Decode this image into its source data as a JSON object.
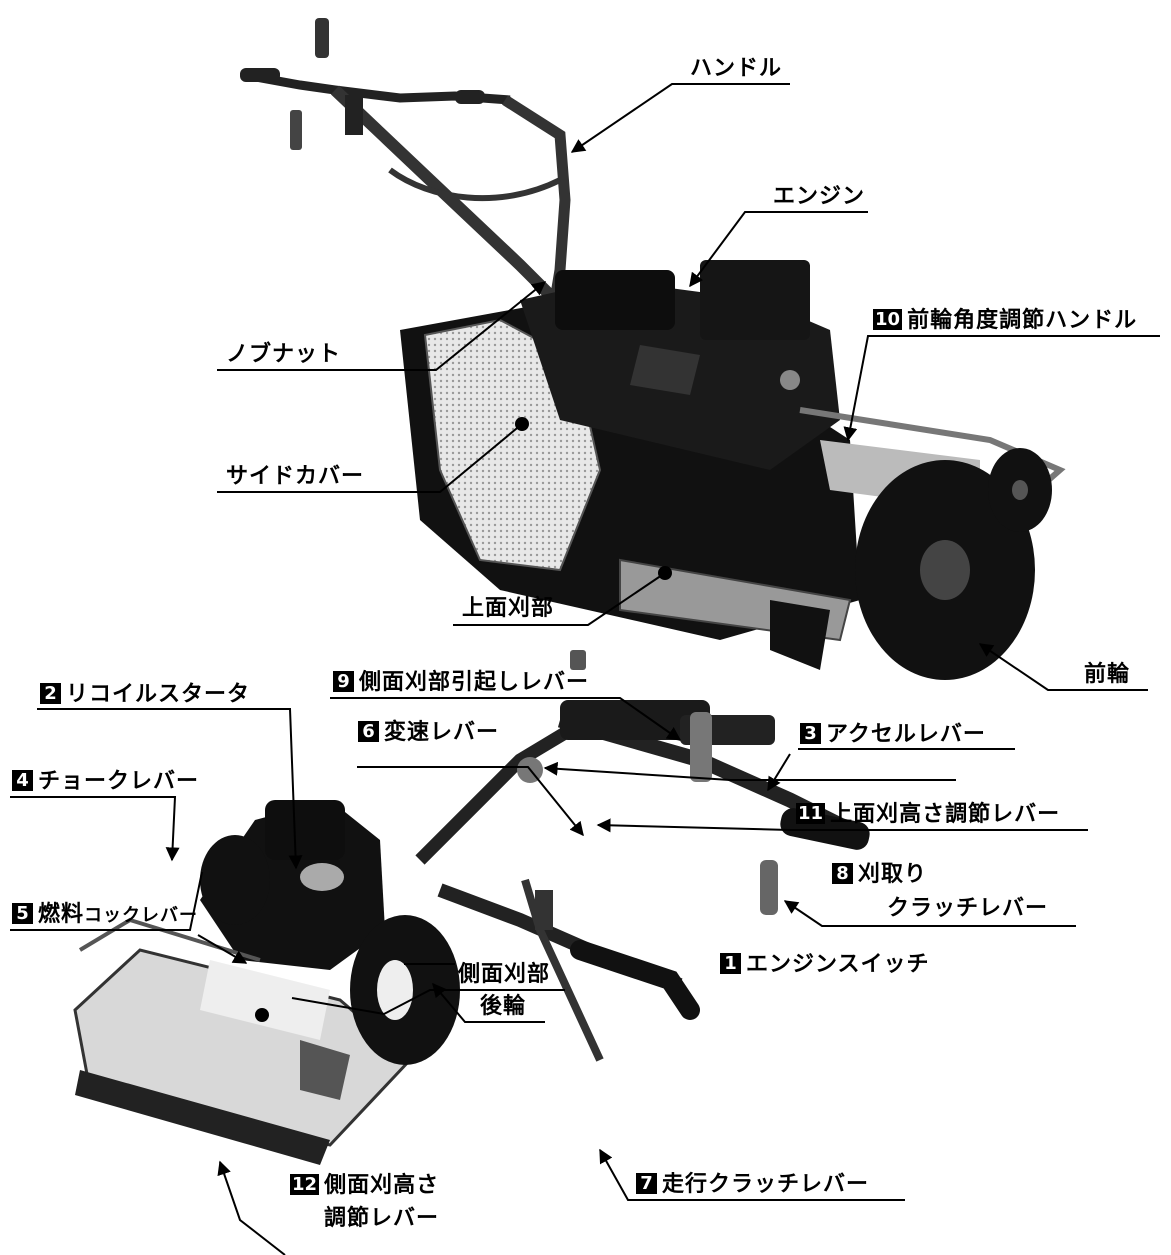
{
  "labels": {
    "handle": "ハンドル",
    "engine": "エンジン",
    "front_wheel_angle": {
      "num": "10",
      "text": "前輪角度調節ハンドル"
    },
    "knob_nut": "ノブナット",
    "side_cover": "サイドカバー",
    "top_cutter": "上面刈部",
    "front_wheel": "前輪",
    "side_cutter_lift": {
      "num": "9",
      "text": "側面刈部引起しレバー"
    },
    "recoil_starter": {
      "num": "2",
      "text": "リコイルスタータ"
    },
    "shift_lever": {
      "num": "6",
      "text": "変速レバー"
    },
    "accel_lever": {
      "num": "3",
      "text": "アクセルレバー"
    },
    "choke_lever": {
      "num": "4",
      "text": "チョークレバー"
    },
    "cutting_clutch": {
      "num": "8",
      "line1": "刈取り",
      "line2": "クラッチレバー"
    },
    "fuel_cock": {
      "num": "5",
      "text_big": "燃料",
      "text_small": "コックレバー"
    },
    "engine_switch": {
      "num": "1",
      "text": "エンジンスイッチ"
    },
    "top_height_adj": {
      "num": "11",
      "text": "上面刈高さ調節レバー"
    },
    "rear_wheel": "後輪",
    "side_cutter": "側面刈部",
    "side_height_adj": {
      "num": "12",
      "line1": "側面刈高さ",
      "line2": "調節レバー"
    },
    "travel_clutch": {
      "num": "7",
      "text": "走行クラッチレバー"
    }
  }
}
